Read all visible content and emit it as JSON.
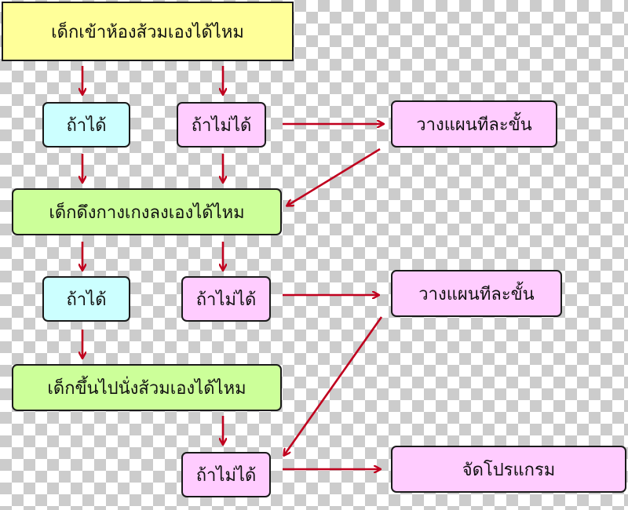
{
  "diagram": {
    "question_1": "เด็กเข้าห้องส้วมเองได้ไหม",
    "question_2": "เด็กดึงกางเกงลงเองได้ไหม",
    "question_3": "เด็กขึ้นไปนั่งส้วมเองได้ไหม",
    "if_yes": "ถ้าได้",
    "if_no": "ถ้าไม่ได้",
    "plan_step": "วางแผนทีละขั้น",
    "make_program": "จัดโปรแกรม"
  },
  "colors": {
    "question_1_fill": "#ffff99",
    "question_fill": "#ccff99",
    "yes_fill": "#ccffff",
    "no_fill": "#ffccff",
    "arrow": "#c0001e"
  }
}
